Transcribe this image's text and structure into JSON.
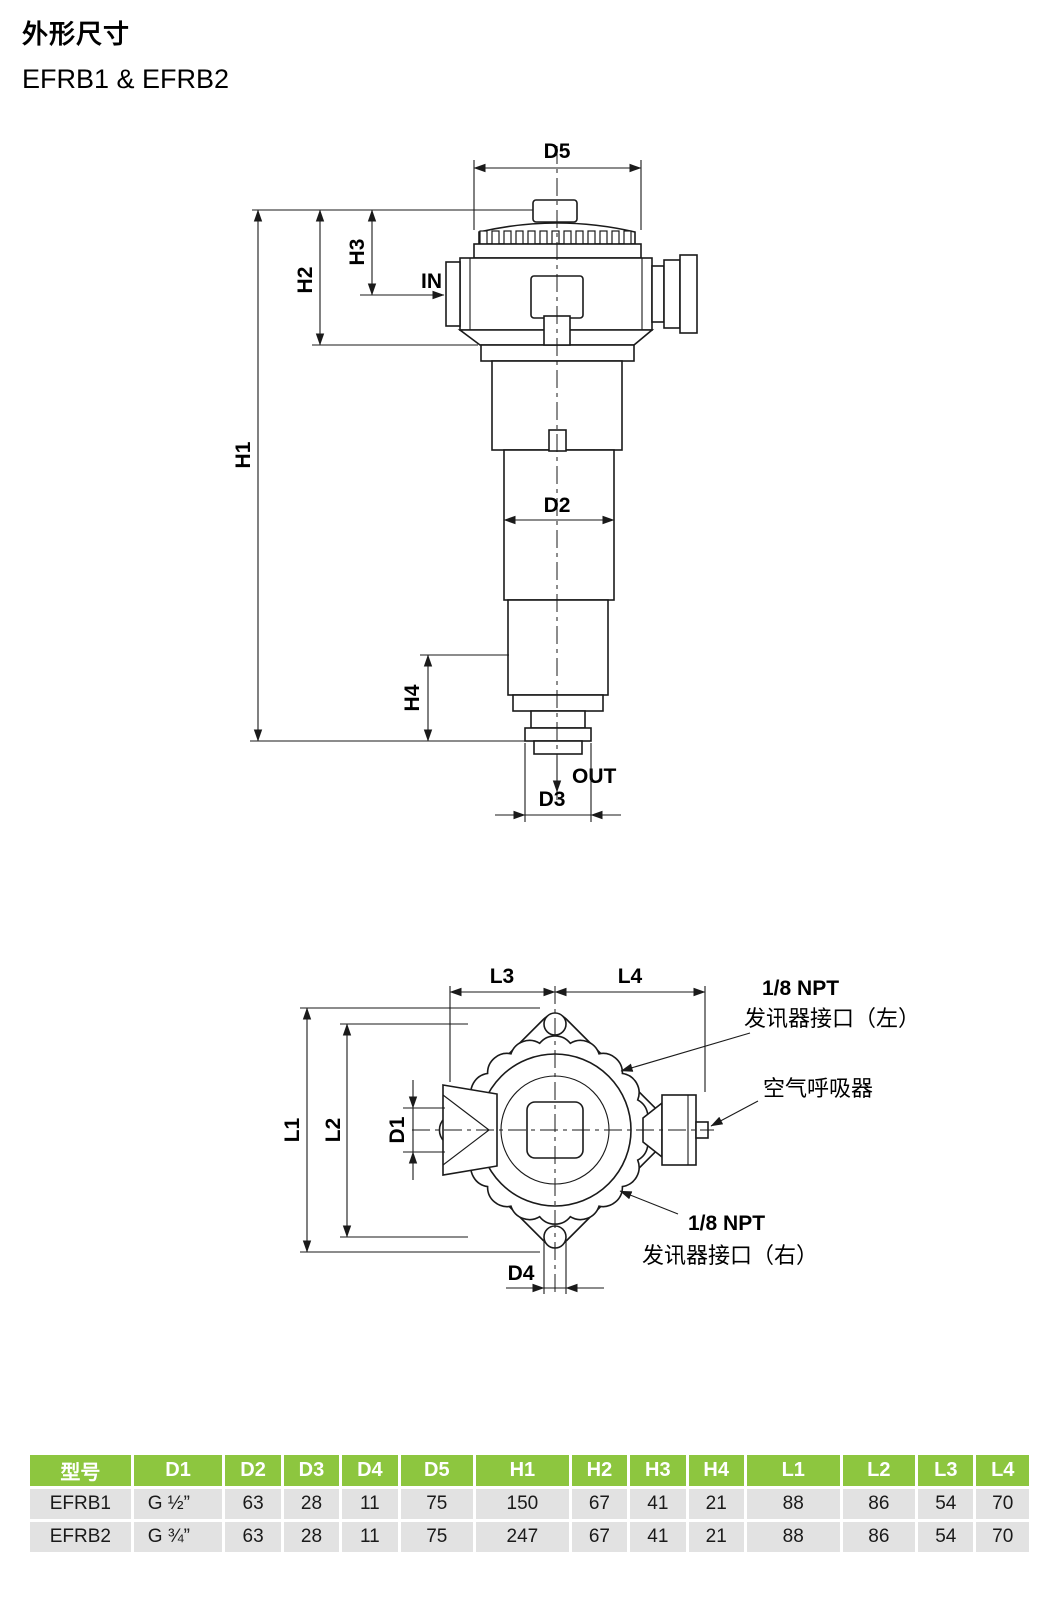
{
  "page": {
    "title": "外形尺寸",
    "subtitle": "EFRB1 & EFRB2"
  },
  "front_view": {
    "port_in_label": "IN",
    "port_out_label": "OUT",
    "dims": {
      "d5": "D5",
      "h2": "H2",
      "h3": "H3",
      "h1": "H1",
      "d2": "D2",
      "h4": "H4",
      "d3": "D3"
    }
  },
  "top_view": {
    "dims": {
      "l3": "L3",
      "l4": "L4",
      "l1": "L1",
      "l2": "L2",
      "d1": "D1",
      "d4": "D4"
    },
    "annotations": {
      "npt_left_title": "1/8 NPT",
      "npt_left_sub": "发讯器接口（左）",
      "breather": "空气呼吸器",
      "npt_right_title": "1/8 NPT",
      "npt_right_sub": "发讯器接口（右）"
    }
  },
  "table": {
    "headers": [
      "型号",
      "D1",
      "D2",
      "D3",
      "D4",
      "D5",
      "H1",
      "H2",
      "H3",
      "H4",
      "L1",
      "L2",
      "L3",
      "L4"
    ],
    "rows": [
      {
        "model": "EFRB1",
        "values": [
          "G ½”",
          "63",
          "28",
          "11",
          "75",
          "150",
          "67",
          "41",
          "21",
          "88",
          "86",
          "54",
          "70"
        ]
      },
      {
        "model": "EFRB2",
        "values": [
          "G ¾”",
          "63",
          "28",
          "11",
          "75",
          "247",
          "67",
          "41",
          "21",
          "88",
          "86",
          "54",
          "70"
        ]
      }
    ]
  },
  "colors": {
    "header_bg": "#8dc63f",
    "header_text": "#ffffff",
    "row_bg": "#e2e2e2",
    "line": "#1a1a1a"
  }
}
